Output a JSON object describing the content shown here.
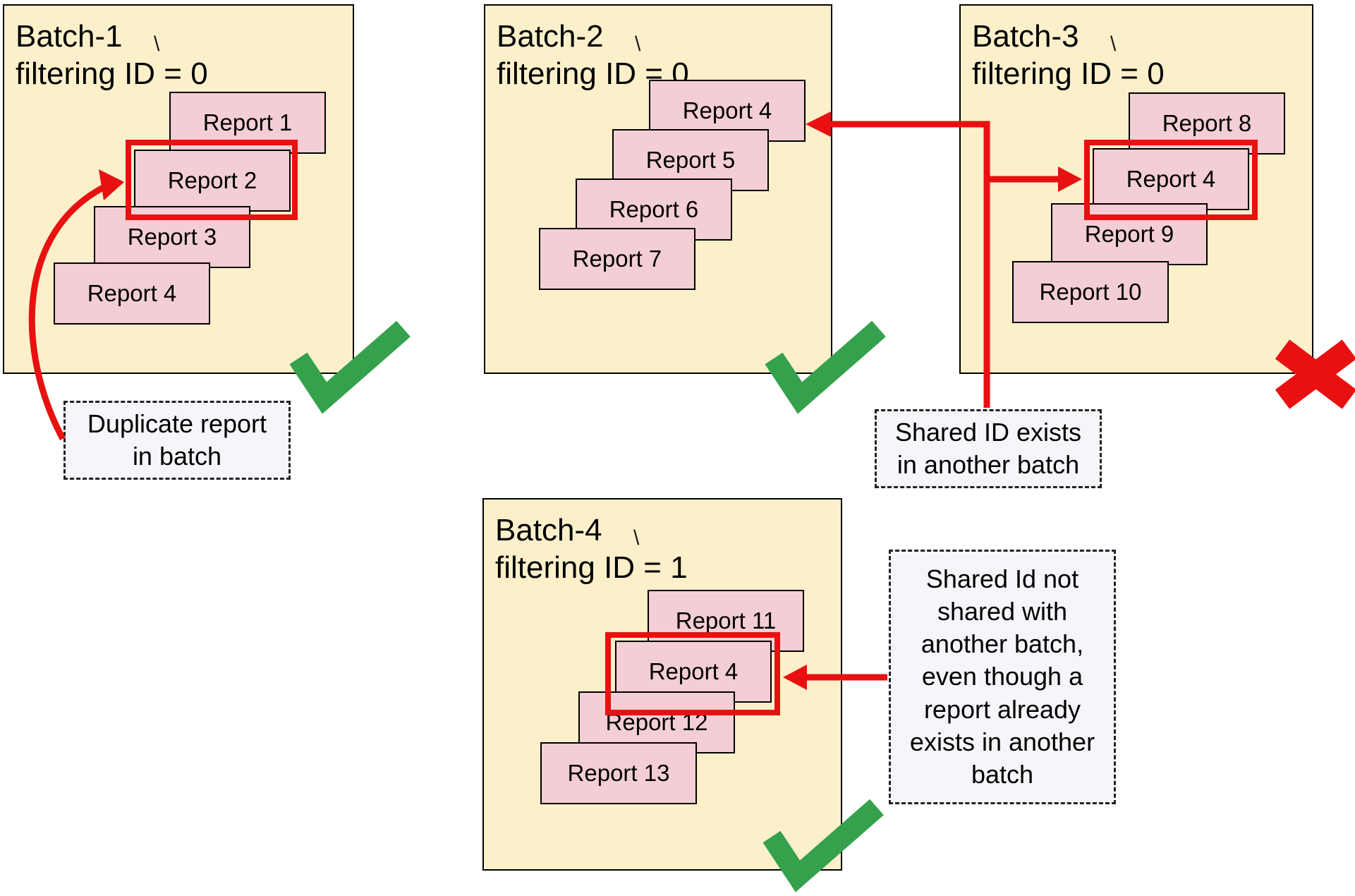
{
  "colors": {
    "batch_fill": "#fcf0cb",
    "card_fill": "#f3ced4",
    "accent_red": "#e81010",
    "check_green": "#35a14c",
    "label_fill": "#f4f6f9",
    "border_black": "#000000"
  },
  "accent_mark": "\\",
  "batches": [
    {
      "title": "Batch-1",
      "subtitle": "filtering ID = 0",
      "reports": [
        "Report 1",
        "Report 2",
        "Report 3",
        "Report 4"
      ],
      "highlighted_report": "Report 2",
      "status": "pass"
    },
    {
      "title": "Batch-2",
      "subtitle": "filtering ID = 0",
      "reports": [
        "Report 4",
        "Report 5",
        "Report 6",
        "Report 7"
      ],
      "highlighted_report": null,
      "status": "pass"
    },
    {
      "title": "Batch-3",
      "subtitle": "filtering ID = 0",
      "reports": [
        "Report 8",
        "Report 4",
        "Report 9",
        "Report 10"
      ],
      "highlighted_report": "Report 4",
      "status": "fail"
    },
    {
      "title": "Batch-4",
      "subtitle": "filtering ID = 1",
      "reports": [
        "Report 11",
        "Report 4",
        "Report 12",
        "Report 13"
      ],
      "highlighted_report": "Report 4",
      "status": "pass"
    }
  ],
  "annotations": [
    {
      "text": "Duplicate report\nin batch"
    },
    {
      "text": "Shared ID exists\nin another batch"
    },
    {
      "text": "Shared Id not\nshared with\nanother batch,\neven though a\nreport already\nexists in another\nbatch"
    }
  ],
  "icons": {
    "pass": "green-checkmark",
    "fail": "red-cross"
  }
}
